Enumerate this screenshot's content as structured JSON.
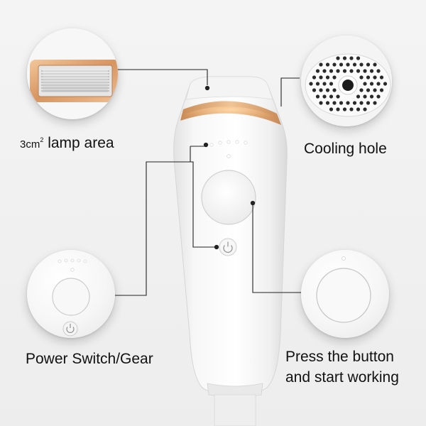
{
  "callouts": {
    "lamp_area_prefix": "3cm",
    "lamp_area_superscript": "2",
    "lamp_area_suffix": " lamp area",
    "cooling_hole": "Cooling hole",
    "power_switch": "Power Switch/Gear",
    "press_button_line1": "Press the button",
    "press_button_line2": "and start working"
  },
  "icons": {
    "power": "power-icon",
    "indicator_lights": "indicator-lights-icon",
    "lamp_window": "lamp-window-icon",
    "vent_grille": "cooling-vent-icon"
  },
  "colors": {
    "accent_gold": "#d9a06a",
    "device_white": "#fbfbfb",
    "leader_line": "#222222"
  },
  "indicator_light_count": 5
}
